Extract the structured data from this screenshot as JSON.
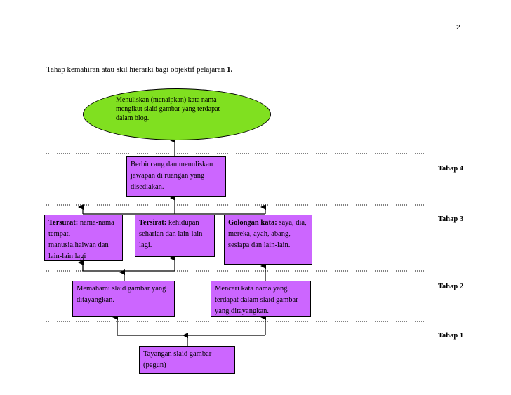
{
  "page_number": "2",
  "intro": {
    "text": "Tahap kemahiran atau skil hierarki bagi objektif pelajaran ",
    "bold": "1."
  },
  "goal": "Menuliskan (menaipkan) kata nama mengikut slaid gambar yang terdapat dalam blog.",
  "level4_box": "Berbincang dan menuliskan jawapan di ruangan yang disediakan.",
  "level3": {
    "tersurat": {
      "head": "Tersurat:",
      "text": " nama-nama tempat, manusia,haiwan dan lain-lain lagi"
    },
    "tersirat": {
      "head": "Tersirat:",
      "text": " kehidupan seharian dan lain-lain lagi."
    },
    "golongan": {
      "head": "Golongan kata:",
      "text": " saya, dia, mereka, ayah, abang, sesiapa dan  lain-lain."
    }
  },
  "level2": {
    "memahami": "Memahami slaid gambar yang ditayangkan.",
    "mencari": "Mencari kata nama yang terdapat dalam slaid gambar yang ditayangkan."
  },
  "level1_box": "Tayangan slaid gambar (pegun)",
  "tahap": {
    "t4": "Tahap 4",
    "t3": "Tahap 3",
    "t2": "Tahap 2",
    "t1": "Tahap 1"
  },
  "colors": {
    "box_fill": "#cc66ff",
    "ellipse_fill": "#80e020"
  }
}
